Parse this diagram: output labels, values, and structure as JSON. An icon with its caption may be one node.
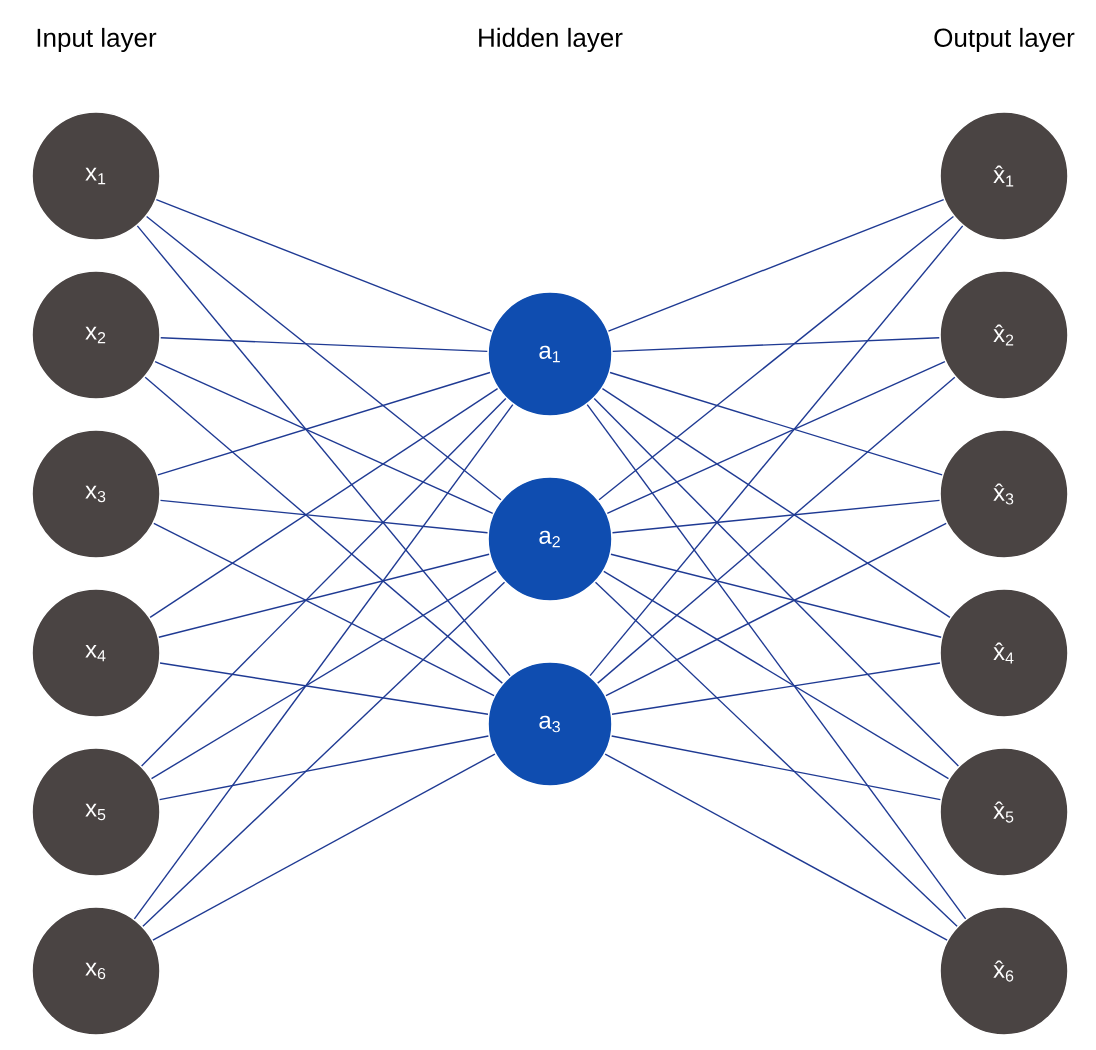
{
  "diagram": {
    "nodes": [
      {
        "text": [
          "x$_{1}$"
        ]
      },
      {
        "text": [
          "x$_{2}$"
        ]
      },
      {
        "text": [
          "x$_{3}$"
        ]
      },
      {
        "text": [
          "x$_{4}$"
        ]
      },
      {
        "text": [
          "x$_{5}$"
        ]
      },
      {
        "text": [
          "x$_{6}$"
        ]
      },
      {
        "text": [
          "a$_{1}$"
        ]
      },
      {
        "text": [
          "a$_{2}$"
        ]
      },
      {
        "text": [
          "a$_{3}$"
        ]
      },
      {
        "text": [
          "x̂$_{1}$"
        ]
      },
      {
        "text": [
          "x̂$_{2}$"
        ]
      },
      {
        "text": [
          "x̂$_{3}$"
        ]
      },
      {
        "text": [
          "x̂$_{4}$"
        ]
      },
      {
        "text": [
          "x̂$_{5}$"
        ]
      },
      {
        "text": [
          "x̂$_{6}$"
        ]
      }
    ],
    "edges": [
      {
        "from": 0,
        "to": 6,
        "arrow": "none"
      },
      {
        "from": 0,
        "to": 7,
        "arrow": "none"
      },
      {
        "from": 0,
        "to": 8,
        "arrow": "none"
      },
      {
        "from": 1,
        "to": 6,
        "arrow": "none"
      },
      {
        "from": 1,
        "to": 7,
        "arrow": "none"
      },
      {
        "from": 1,
        "to": 8,
        "arrow": "none"
      },
      {
        "from": 2,
        "to": 6,
        "arrow": "none"
      },
      {
        "from": 2,
        "to": 7,
        "arrow": "none"
      },
      {
        "from": 2,
        "to": 8,
        "arrow": "none"
      },
      {
        "from": 3,
        "to": 6,
        "arrow": "none"
      },
      {
        "from": 3,
        "to": 7,
        "arrow": "none"
      },
      {
        "from": 3,
        "to": 8,
        "arrow": "none"
      },
      {
        "from": 4,
        "to": 6,
        "arrow": "none"
      },
      {
        "from": 4,
        "to": 7,
        "arrow": "none"
      },
      {
        "from": 4,
        "to": 8,
        "arrow": "none"
      },
      {
        "from": 5,
        "to": 6,
        "arrow": "none"
      },
      {
        "from": 5,
        "to": 7,
        "arrow": "none"
      },
      {
        "from": 5,
        "to": 8,
        "arrow": "none"
      },
      {
        "from": 6,
        "to": 9,
        "arrow": "none"
      },
      {
        "from": 6,
        "to": 10,
        "arrow": "none"
      },
      {
        "from": 6,
        "to": 11,
        "arrow": "none"
      },
      {
        "from": 6,
        "to": 12,
        "arrow": "none"
      },
      {
        "from": 6,
        "to": 13,
        "arrow": "none"
      },
      {
        "from": 6,
        "to": 14,
        "arrow": "none"
      },
      {
        "from": 7,
        "to": 9,
        "arrow": "none"
      },
      {
        "from": 7,
        "to": 10,
        "arrow": "none"
      },
      {
        "from": 7,
        "to": 11,
        "arrow": "none"
      },
      {
        "from": 7,
        "to": 12,
        "arrow": "none"
      },
      {
        "from": 7,
        "to": 13,
        "arrow": "none"
      },
      {
        "from": 7,
        "to": 14,
        "arrow": "none"
      },
      {
        "from": 8,
        "to": 9,
        "arrow": "none"
      },
      {
        "from": 8,
        "to": 10,
        "arrow": "none"
      },
      {
        "from": 8,
        "to": 11,
        "arrow": "none"
      },
      {
        "from": 8,
        "to": 12,
        "arrow": "none"
      },
      {
        "from": 8,
        "to": 13,
        "arrow": "none"
      },
      {
        "from": 8,
        "to": 14,
        "arrow": "none"
      }
    ],
    "labels": [
      "Input layer",
      "Hidden layer",
      "Output layer"
    ]
  }
}
